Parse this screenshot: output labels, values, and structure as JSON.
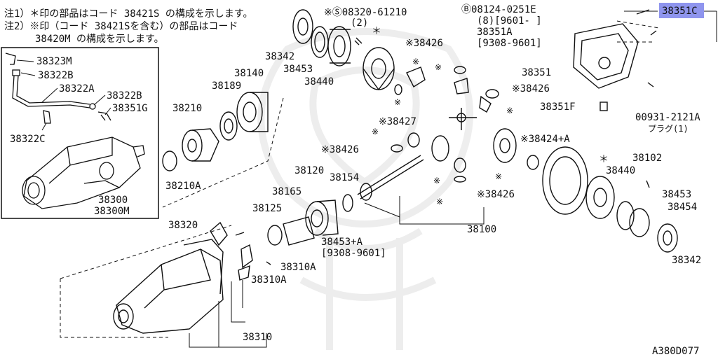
{
  "notes": [
    "注1）＊印の部品はコード 38421S の構成を示します。",
    "注2）※印（コード 38421Sを含む）の部品はコード",
    "38420M の構成を示します。"
  ],
  "inset_labels": [
    "38323M",
    "38322B",
    "38322A",
    "38322B",
    "38351G",
    "38322C",
    "38300",
    "38300M"
  ],
  "labels": {
    "l38342a": "38342",
    "l38453a": "38453",
    "l38440a": "38440",
    "s08320": "※Ⓢ08320-61210",
    "s08320q": "(2)",
    "star1": "＊",
    "b08124": "Ⓑ08124-0251E",
    "b08124b": "(8)[9601-     ]",
    "l38351a": "38351A",
    "l38351a_d": "[9308-9601]",
    "l38351c": "38351C",
    "l38351": "38351",
    "l38351f": "38351F",
    "plug1": "00931-2121A",
    "plug2": "プラグ(1)",
    "m38426a": "※38426",
    "m38426b": "※38426",
    "m38426c": "※38426",
    "m38426d": "※38426",
    "m38427": "※38427",
    "m38424": "※38424+A",
    "l38140": "38140",
    "l38189": "38189",
    "l38210": "38210",
    "l38210a": "38210A",
    "l38120": "38120",
    "l38154": "38154",
    "l38165": "38165",
    "l38125": "38125",
    "l38453a2": "38453+A",
    "l38453a2d": "[9308-9601]",
    "l38100": "38100",
    "l38102": "38102",
    "star2": "＊",
    "l38440b": "38440",
    "l38453b": "38453",
    "l38454": "38454",
    "l38342b": "38342",
    "l38320": "38320",
    "l38310a1": "38310A",
    "l38310a2": "38310A",
    "l38310": "38310",
    "diagram_id": "A380D077"
  },
  "highlight_color": "#8f95ee"
}
